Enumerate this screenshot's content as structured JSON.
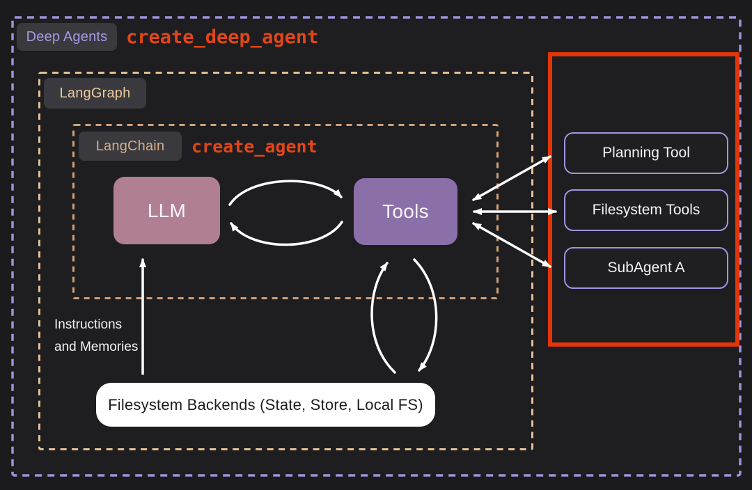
{
  "outer_group": {
    "badge": "Deep Agents",
    "title": "create_deep_agent"
  },
  "langgraph_group": {
    "badge": "LangGraph"
  },
  "langchain_group": {
    "badge": "LangChain",
    "title": "create_agent"
  },
  "nodes": {
    "llm": {
      "label": "LLM",
      "fill": "#b17f94"
    },
    "tools": {
      "label": "Tools",
      "fill": "#8b6fa9"
    },
    "filesystem_backends": {
      "label": "Filesystem Backends (State, Store, Local FS)",
      "fill": "#ffffff"
    }
  },
  "right_panel": {
    "items": [
      {
        "label": "Planning Tool"
      },
      {
        "label": "Filesystem Tools"
      },
      {
        "label": "SubAgent A"
      }
    ],
    "highlight_border_color": "#e5340a",
    "item_border_color": "#9e96e0"
  },
  "labels": {
    "instructions_line1": "Instructions",
    "instructions_line2": "and Memories"
  },
  "edges": [
    {
      "from": "LLM",
      "to": "Tools",
      "style": "curved-cycle"
    },
    {
      "from": "Tools",
      "to": "LLM",
      "style": "curved-cycle"
    },
    {
      "from": "Tools",
      "to": "Planning Tool",
      "style": "double-headed"
    },
    {
      "from": "Tools",
      "to": "Filesystem Tools",
      "style": "double-headed"
    },
    {
      "from": "Tools",
      "to": "SubAgent A",
      "style": "double-headed"
    },
    {
      "from": "Filesystem Backends (State, Store, Local FS)",
      "to": "Tools",
      "style": "curved-cycle"
    },
    {
      "from": "Tools",
      "to": "Filesystem Backends (State, Store, Local FS)",
      "style": "curved-cycle"
    },
    {
      "from": "Filesystem Backends (State, Store, Local FS)",
      "to": "LLM",
      "style": "single-headed",
      "label": "Instructions and Memories"
    }
  ],
  "colors": {
    "background": "#1b1b1d",
    "panel_background": "#1e1e20",
    "outer_dashed_border": "#9d93da",
    "langgraph_dashed_border": "#e5c094",
    "langchain_dashed_border": "#cfa077",
    "code_title_orange": "#e0461a",
    "badge_background": "#3a3a3e",
    "deep_agents_badge_text": "#a79ae6",
    "langgraph_badge_text": "#ecca9a",
    "langchain_badge_text": "#d7ac88",
    "arrow": "#ffffff"
  }
}
